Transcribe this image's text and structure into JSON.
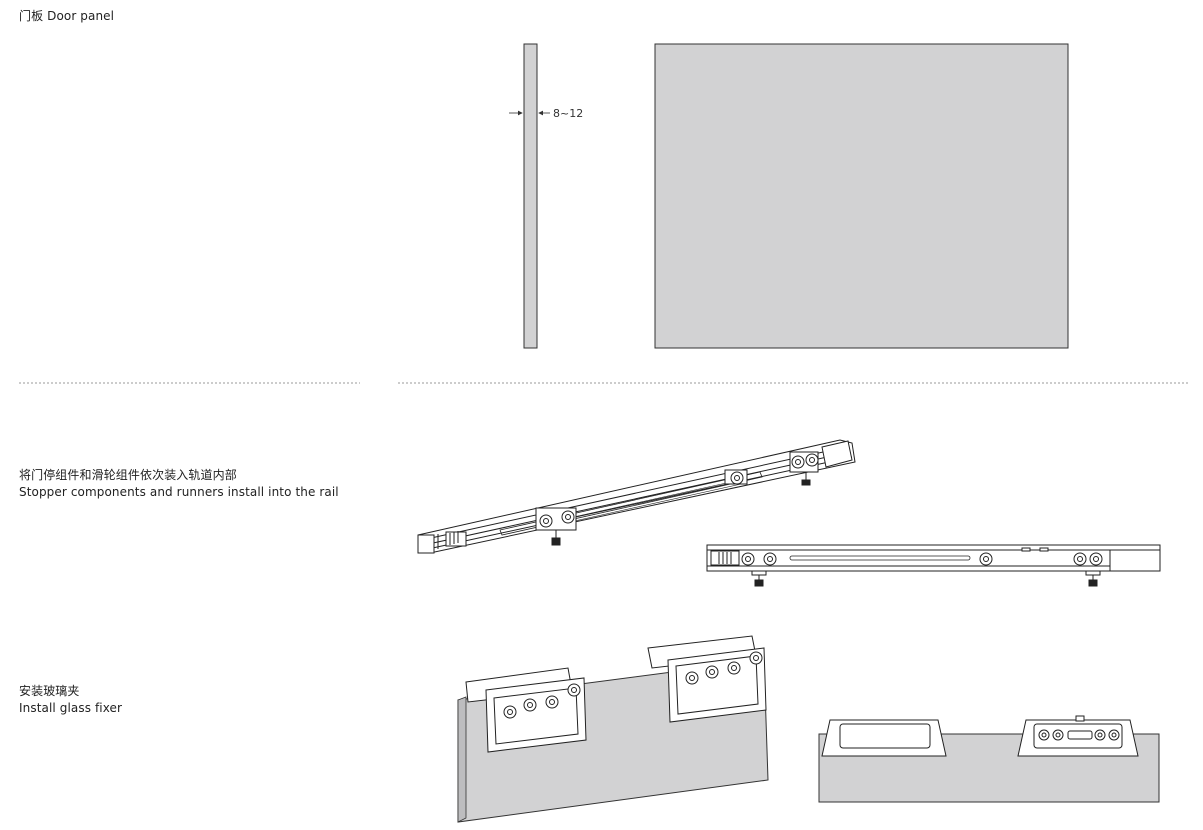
{
  "section_door_panel": {
    "title": "门板 Door panel",
    "thickness_dimension": "8~12"
  },
  "section_rail": {
    "title_cn": "将门停组件和滑轮组件依次装入轨道内部",
    "title_en": "Stopper components and runners install into the rail"
  },
  "section_fixer": {
    "title_cn": "安装玻璃夹",
    "title_en": "Install glass fixer"
  },
  "colors": {
    "panel_fill": "#d2d2d3",
    "line": "#333333",
    "divider": "#9a9a9a"
  }
}
